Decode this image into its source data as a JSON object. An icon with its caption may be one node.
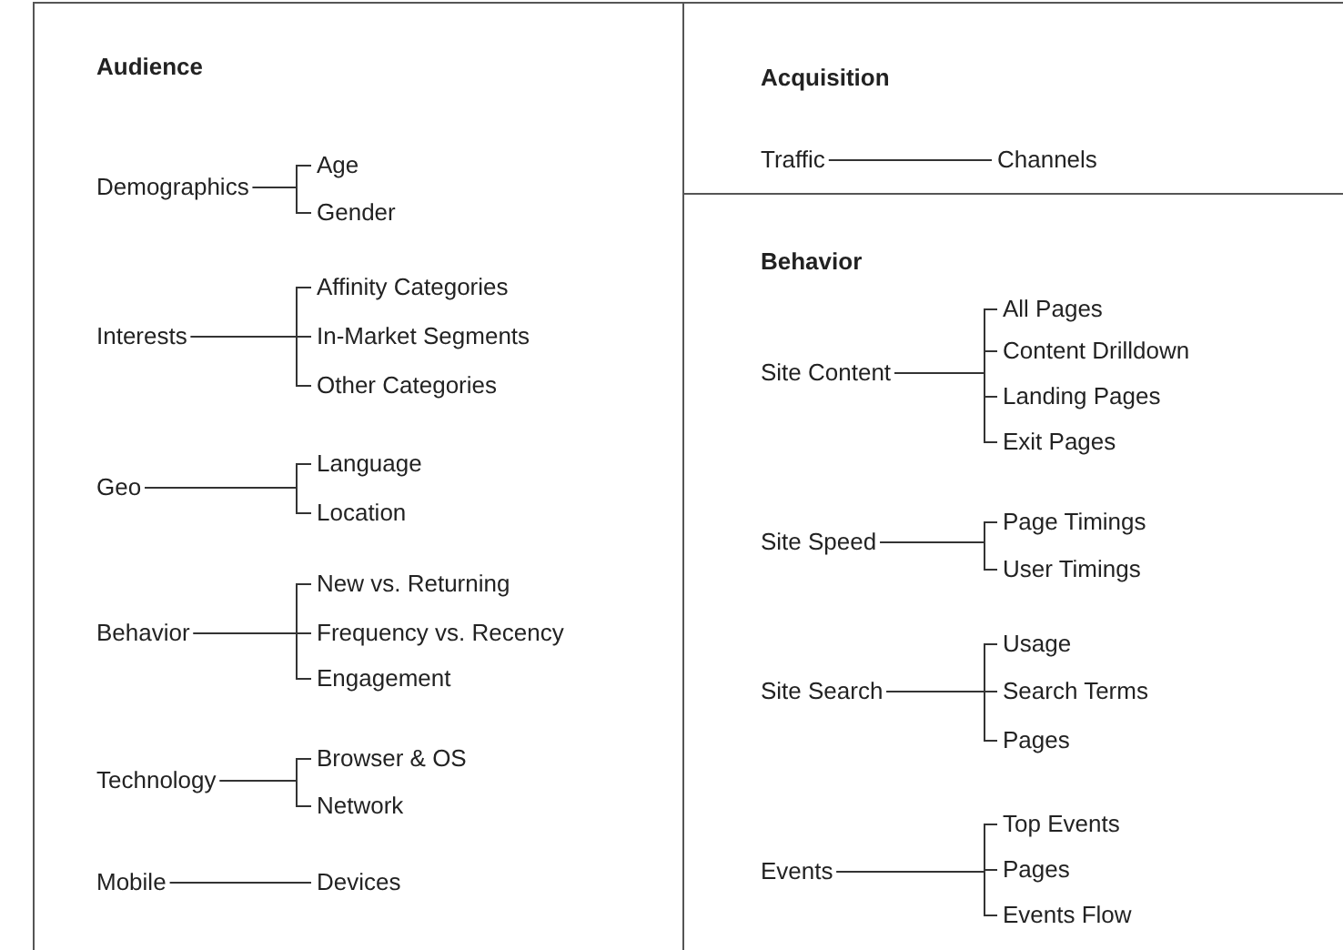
{
  "diagram": {
    "nodes": [
      {
        "text": [
          "Audience"
        ]
      },
      {
        "text": [
          "Demographics"
        ],
        "in": 0
      },
      {
        "text": [
          "Age"
        ],
        "in": 0
      },
      {
        "text": [
          "Gender"
        ],
        "in": 0
      },
      {
        "text": [
          "Interests"
        ],
        "in": 0
      },
      {
        "text": [
          "Affinity Categories"
        ],
        "in": 0
      },
      {
        "text": [
          "In-Market Segments"
        ],
        "in": 0
      },
      {
        "text": [
          "Other Categories"
        ],
        "in": 0
      },
      {
        "text": [
          "Geo"
        ],
        "in": 0
      },
      {
        "text": [
          "Language"
        ],
        "in": 0
      },
      {
        "text": [
          "Location"
        ],
        "in": 0
      },
      {
        "text": [
          "Behavior"
        ],
        "in": 0
      },
      {
        "text": [
          "New vs. Returning"
        ],
        "in": 0
      },
      {
        "text": [
          "Frequency vs. Recency"
        ],
        "in": 0
      },
      {
        "text": [
          "Engagement"
        ],
        "in": 0
      },
      {
        "text": [
          "Technology"
        ],
        "in": 0
      },
      {
        "text": [
          "Browser & OS"
        ],
        "in": 0
      },
      {
        "text": [
          "Network"
        ],
        "in": 0
      },
      {
        "text": [
          "Mobile"
        ],
        "in": 0
      },
      {
        "text": [
          "Devices"
        ],
        "in": 0
      },
      {
        "text": [
          "Acquisition"
        ]
      },
      {
        "text": [
          "Traffic"
        ],
        "in": 20
      },
      {
        "text": [
          "Channels"
        ],
        "in": 20
      },
      {
        "text": [
          "Behavior"
        ]
      },
      {
        "text": [
          "Site Content"
        ],
        "in": 23
      },
      {
        "text": [
          "All Pages"
        ],
        "in": 23
      },
      {
        "text": [
          "Content Drilldown"
        ],
        "in": 23
      },
      {
        "text": [
          "Landing Pages"
        ],
        "in": 23
      },
      {
        "text": [
          "Exit Pages"
        ],
        "in": 23
      },
      {
        "text": [
          "Site Speed"
        ],
        "in": 23
      },
      {
        "text": [
          "Page Timings"
        ],
        "in": 23
      },
      {
        "text": [
          "User Timings"
        ],
        "in": 23
      },
      {
        "text": [
          "Site Search"
        ],
        "in": 23
      },
      {
        "text": [
          "Usage"
        ],
        "in": 23
      },
      {
        "text": [
          "Search Terms"
        ],
        "in": 23
      },
      {
        "text": [
          "Pages"
        ],
        "in": 23
      },
      {
        "text": [
          "Events"
        ],
        "in": 23
      },
      {
        "text": [
          "Top Events"
        ],
        "in": 23
      },
      {
        "text": [
          "Pages"
        ],
        "in": 23
      },
      {
        "text": [
          "Events Flow"
        ],
        "in": 23
      }
    ],
    "edges": [
      {
        "from": 1,
        "to": 2,
        "arrow": "none"
      },
      {
        "from": 1,
        "to": 3,
        "arrow": "none"
      },
      {
        "from": 4,
        "to": 5,
        "arrow": "none"
      },
      {
        "from": 4,
        "to": 6,
        "arrow": "none"
      },
      {
        "from": 4,
        "to": 7,
        "arrow": "none"
      },
      {
        "from": 8,
        "to": 9,
        "arrow": "none"
      },
      {
        "from": 8,
        "to": 10,
        "arrow": "none"
      },
      {
        "from": 11,
        "to": 12,
        "arrow": "none"
      },
      {
        "from": 11,
        "to": 13,
        "arrow": "none"
      },
      {
        "from": 11,
        "to": 14,
        "arrow": "none"
      },
      {
        "from": 15,
        "to": 16,
        "arrow": "none"
      },
      {
        "from": 15,
        "to": 17,
        "arrow": "none"
      },
      {
        "from": 18,
        "to": 19,
        "arrow": "none"
      },
      {
        "from": 21,
        "to": 22,
        "arrow": "none"
      },
      {
        "from": 24,
        "to": 25,
        "arrow": "none"
      },
      {
        "from": 24,
        "to": 26,
        "arrow": "none"
      },
      {
        "from": 24,
        "to": 27,
        "arrow": "none"
      },
      {
        "from": 24,
        "to": 28,
        "arrow": "none"
      },
      {
        "from": 29,
        "to": 30,
        "arrow": "none"
      },
      {
        "from": 29,
        "to": 31,
        "arrow": "none"
      },
      {
        "from": 32,
        "to": 33,
        "arrow": "none"
      },
      {
        "from": 32,
        "to": 34,
        "arrow": "none"
      },
      {
        "from": 32,
        "to": 35,
        "arrow": "none"
      },
      {
        "from": 36,
        "to": 37,
        "arrow": "none"
      },
      {
        "from": 36,
        "to": 38,
        "arrow": "none"
      },
      {
        "from": 36,
        "to": 39,
        "arrow": "none"
      }
    ]
  }
}
